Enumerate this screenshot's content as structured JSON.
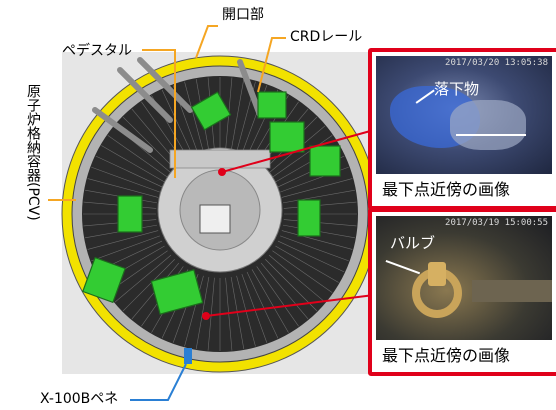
{
  "labels": {
    "opening": "開口部",
    "pedestal": "ペデスタル",
    "crd_rail": "CRDレール",
    "pcv": "原子炉格納容器(PCV)",
    "penetration": "X-100Bペネ"
  },
  "photos": [
    {
      "timestamp": "2017/03/20 13:05:38",
      "annotation": "落下物",
      "caption": "最下点近傍の画像"
    },
    {
      "timestamp": "2017/03/19 15:00:55",
      "annotation": "バルブ",
      "caption": "最下点近傍の画像"
    }
  ],
  "colors": {
    "callout_red": "#e0001a",
    "leader_orange": "#f5a623",
    "leader_blue": "#2a7fd4",
    "equipment_green": "#33cc33",
    "shell_yellow": "#f2e200"
  }
}
